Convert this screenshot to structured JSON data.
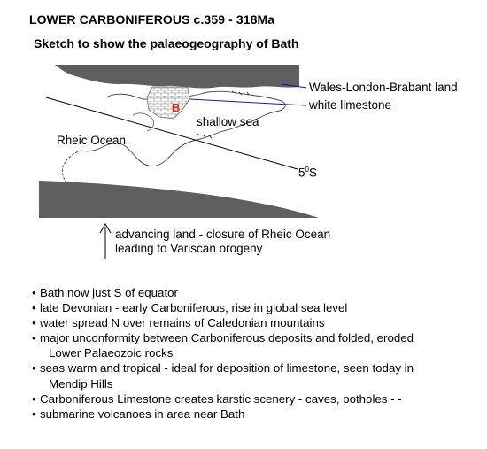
{
  "title": "LOWER CARBONIFEROUS c.359 - 318Ma",
  "subtitle": "Sketch to show the palaeogeography of Bath",
  "labels": {
    "land": "Wales-London-Brabant land",
    "limestone": "white limestone",
    "shallow_sea": "shallow sea",
    "ocean": "Rheic Ocean",
    "site_marker": "B",
    "latitude": "5",
    "latitude_sup": "0",
    "latitude_unit": "S"
  },
  "caption": {
    "line1": "advancing land - closure of Rheic Ocean",
    "line2": "leading to Variscan orogeny"
  },
  "notes": [
    {
      "line1": "Bath now just S of equator"
    },
    {
      "line1": "late Devonian - early Carboniferous, rise in global sea level"
    },
    {
      "line1": "water spread N over remains of Caledonian mountains"
    },
    {
      "line1": "major unconformity between Carboniferous deposits and folded, eroded",
      "line2": "Lower Palaeozoic rocks"
    },
    {
      "line1": "seas warm and tropical - ideal for deposition of limestone, seen today in",
      "line2": "Mendip Hills"
    },
    {
      "line1": "Carboniferous Limestone creates karstic scenery - caves, potholes - -"
    },
    {
      "line1": "submarine volcanoes in area near Bath"
    }
  ],
  "colors": {
    "land": "#5f5f5f",
    "pointer": "#1a1aa8",
    "marker": "#e02020"
  }
}
